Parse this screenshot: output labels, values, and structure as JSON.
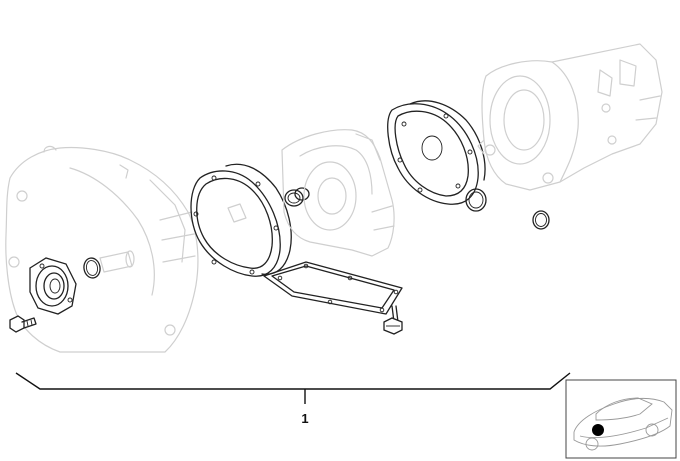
{
  "diagram": {
    "callouts": [
      {
        "id": "group-callout",
        "label": "1"
      }
    ],
    "parts": [
      "bell-housing",
      "front-pump-seal",
      "front-o-ring",
      "housing-bolt",
      "front-gasket",
      "intermediate-plate",
      "small-o-ring",
      "oil-pan-gasket",
      "pan-bolt",
      "rear-gasket",
      "rear-o-ring-upper",
      "rear-o-ring-lower",
      "rear-housing"
    ],
    "thumbnail": {
      "subject": "vehicle-overview",
      "marker": "location-dot"
    }
  }
}
